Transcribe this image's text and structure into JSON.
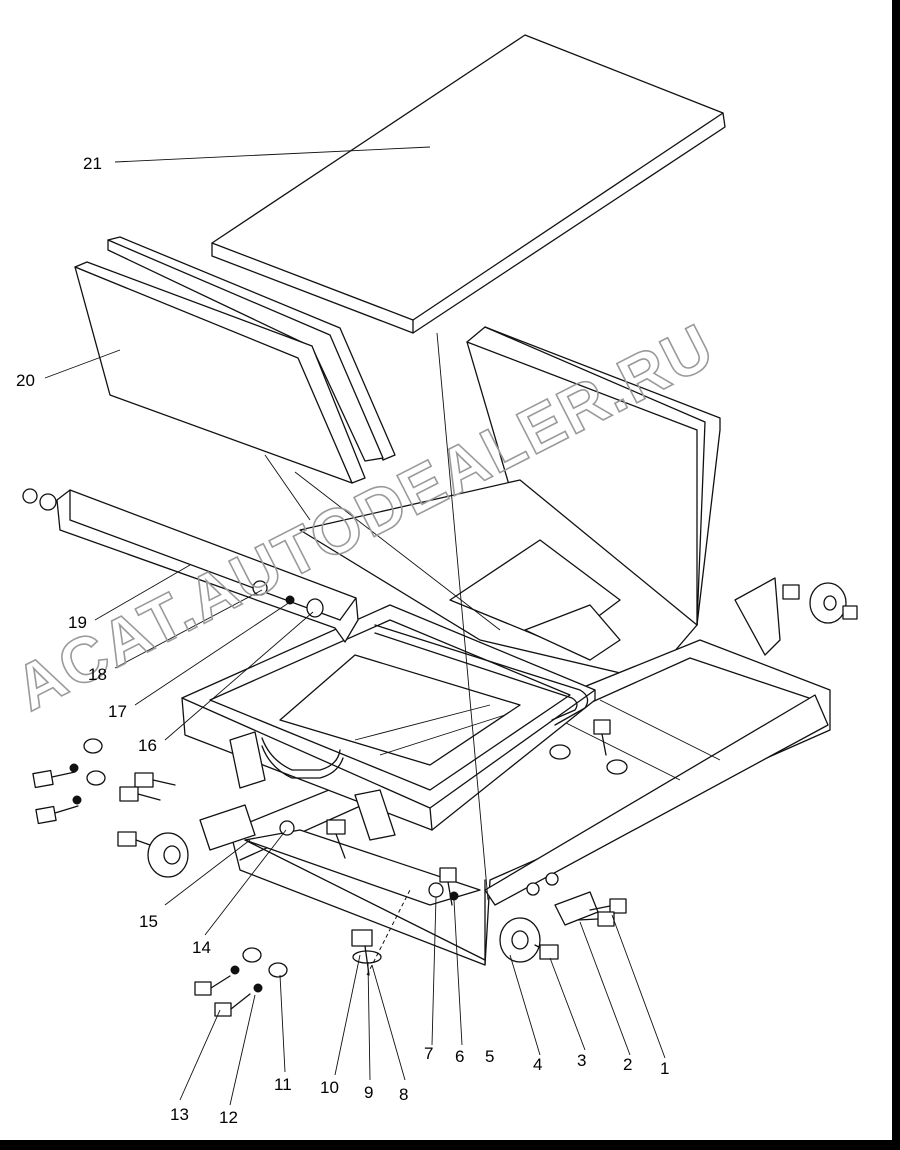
{
  "watermark": "ACAT.AUTODEALER.RU",
  "callouts": [
    "1",
    "2",
    "3",
    "4",
    "5",
    "6",
    "7",
    "8",
    "9",
    "10",
    "11",
    "12",
    "13",
    "14",
    "15",
    "16",
    "17",
    "18",
    "19",
    "20",
    "21"
  ]
}
